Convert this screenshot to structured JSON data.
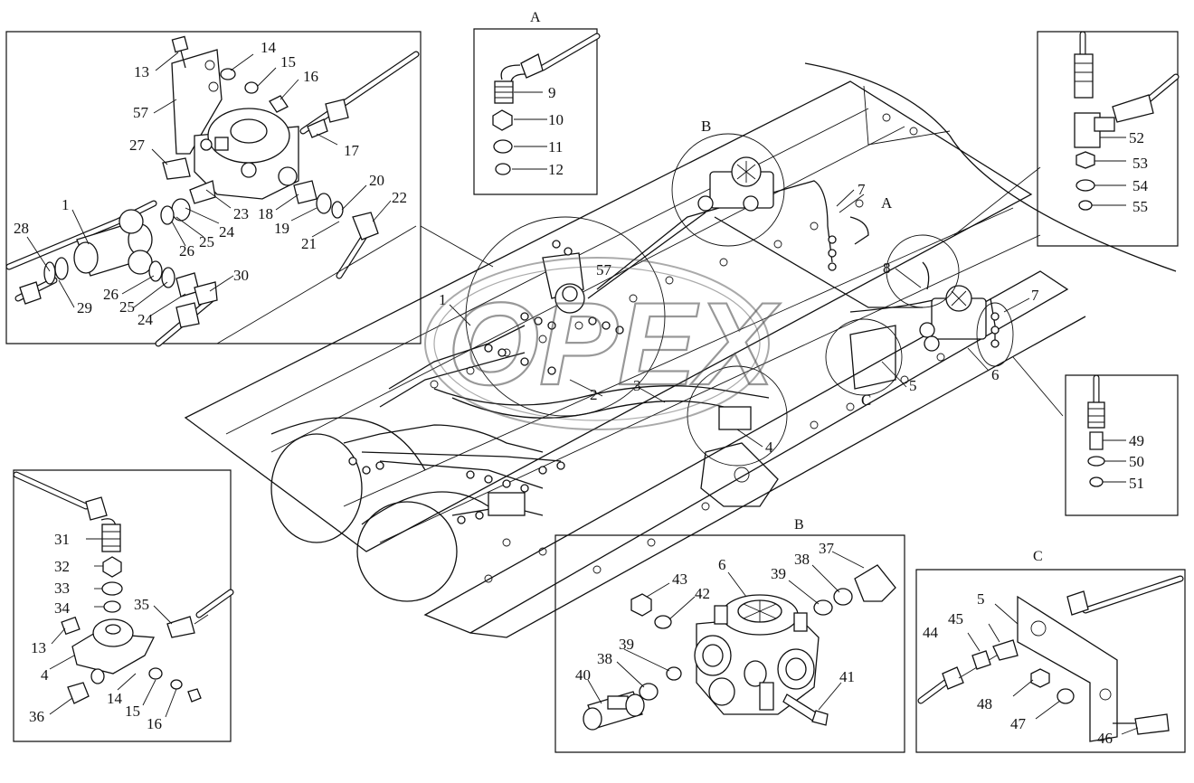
{
  "watermark": "OPEX",
  "inset_titles": {
    "a": "A",
    "b": "B",
    "c": "C"
  },
  "main_labels": {
    "view_b": "B",
    "view_a": "A",
    "view_c": "C",
    "p57": "57",
    "p1": "1",
    "p2": "2",
    "p3": "3",
    "p4": "4",
    "p5": "5",
    "p6": "6",
    "p7a": "7",
    "p7b": "7",
    "p8": "8"
  },
  "inset_top_left": [
    "13",
    "14",
    "15",
    "16",
    "57",
    "17",
    "27",
    "1",
    "23",
    "24",
    "25",
    "26",
    "18",
    "19",
    "20",
    "21",
    "22",
    "28",
    "29",
    "26",
    "25",
    "24",
    "30"
  ],
  "inset_a": [
    "9",
    "10",
    "11",
    "12"
  ],
  "inset_right_top": [
    "52",
    "53",
    "54",
    "55"
  ],
  "inset_right_mid": [
    "49",
    "50",
    "51"
  ],
  "inset_bottom_left": [
    "31",
    "32",
    "33",
    "34",
    "35",
    "13",
    "4",
    "14",
    "15",
    "16",
    "36"
  ],
  "inset_b": [
    "6",
    "43",
    "42",
    "39",
    "38",
    "37",
    "40",
    "38",
    "39",
    "41"
  ],
  "inset_c": [
    "5",
    "44",
    "45",
    "48",
    "47",
    "46"
  ]
}
